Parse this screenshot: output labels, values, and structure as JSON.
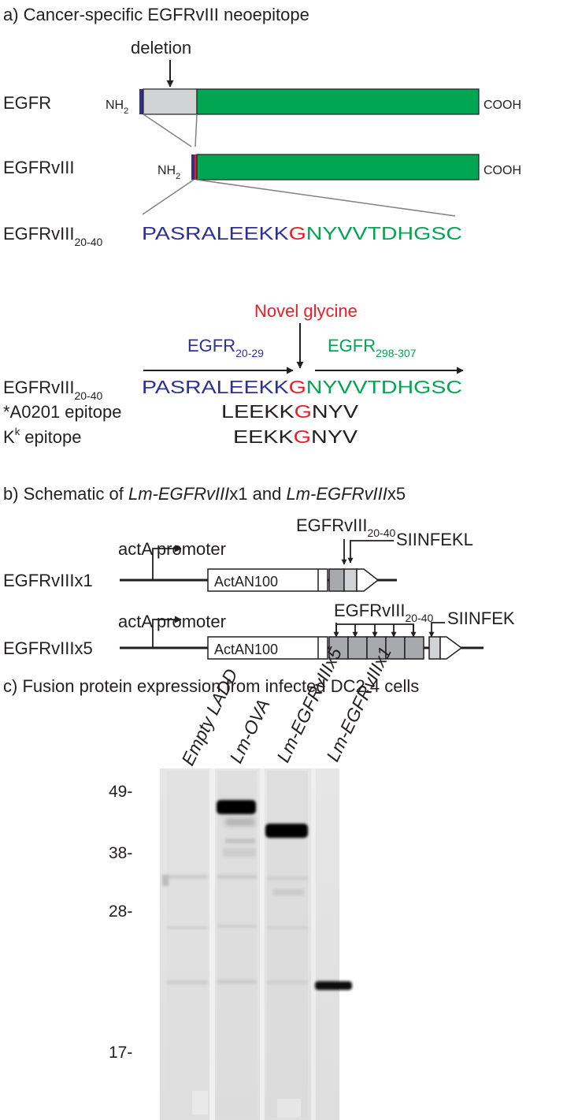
{
  "panel_a": {
    "heading": "a) Cancer-specific EGFRvIII neoepitope",
    "deletion_label": "deletion",
    "egfr_label": "EGFR",
    "egfrviii_label": "EGFRvIII",
    "nh_text": "NH",
    "nh_sub": "2",
    "cooh_text": "COOH",
    "peptide_label": "EGFRvIII",
    "peptide_label_sub": "20-40",
    "peptide_blue": "PASRALEEKK",
    "peptide_red": "G",
    "peptide_green": "NYVVTDHGSC",
    "novel_glycine": "Novel glycine",
    "egfr_left": "EGFR",
    "egfr_left_sub": "20-29",
    "egfr_right": "EGFR",
    "egfr_right_sub": "298-307",
    "a0201_label": "*A0201 epitope",
    "a0201_pre": "LEEKK",
    "a0201_red": "G",
    "a0201_post": "NYV",
    "kk_label_main": "K",
    "kk_label_sup": "k",
    "kk_label_rest": " epitope",
    "kk_pre": "EEKK",
    "kk_red": "G",
    "kk_post": "NYV"
  },
  "panel_b": {
    "heading_pre": "b) Schematic of ",
    "heading_i1": "Lm-EGFRvIII",
    "heading_mid": "x1 and ",
    "heading_i2": "Lm-EGFRvIII",
    "heading_post": "x5",
    "promoter": "actA promoter",
    "construct1": "EGFRvIIIx1",
    "construct2": "EGFRvIIIx5",
    "actan": "ActAN100",
    "insert_label": "EGFRvIII",
    "insert_sub": "20-40",
    "tag1": "SIINFEKL",
    "tag2": "SIINFEK"
  },
  "panel_c": {
    "heading": "c) Fusion protein expression from infected DC2.4 cells",
    "lanes": [
      "Empty LADD",
      "Lm-OVA",
      "Lm-EGFRvIIIx5",
      "Lm-EGFRvIIIx1"
    ],
    "markers": [
      "49-",
      "38-",
      "28-",
      "17-"
    ]
  },
  "colors": {
    "egfr_green": "#00a651",
    "deletion_gray": "#d1d3d4",
    "blue": "#2e3192",
    "red": "#ed1c24",
    "insert_gray": "#a7a9ac"
  }
}
